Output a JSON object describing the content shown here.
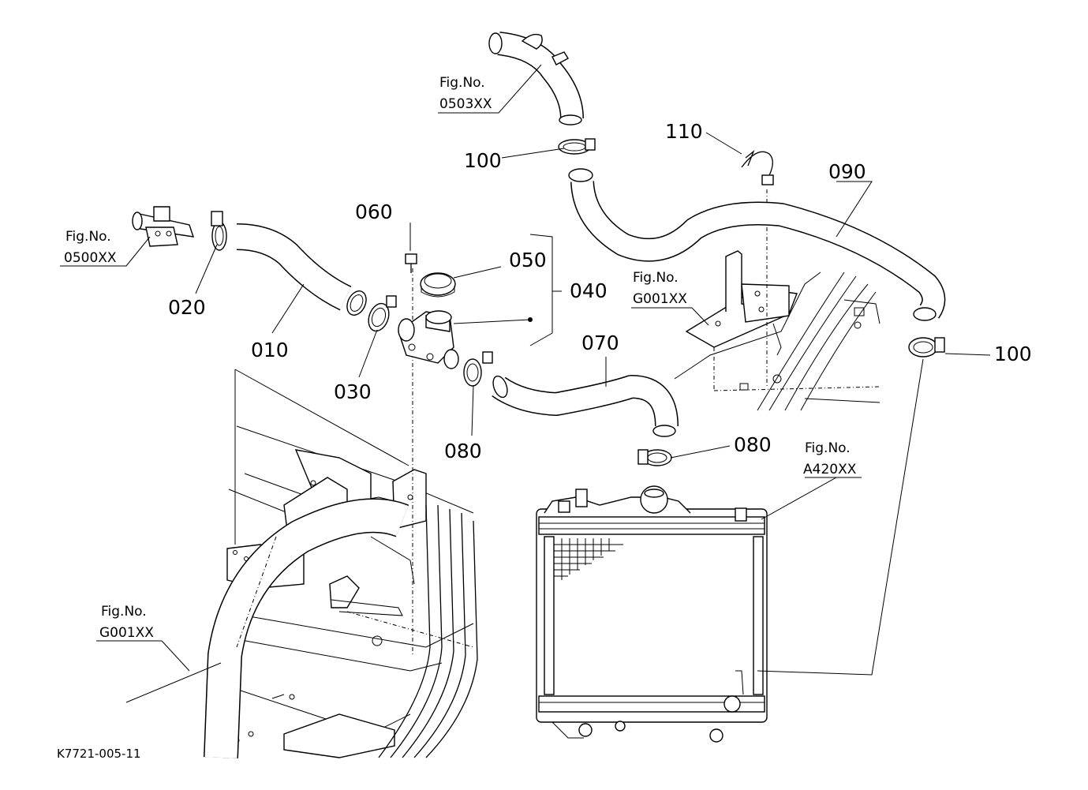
{
  "drawing_code": "K7721-005-11",
  "parts": [
    {
      "id": "p010",
      "label": "010"
    },
    {
      "id": "p020",
      "label": "020"
    },
    {
      "id": "p030",
      "label": "030"
    },
    {
      "id": "p040",
      "label": "040"
    },
    {
      "id": "p050",
      "label": "050"
    },
    {
      "id": "p060",
      "label": "060"
    },
    {
      "id": "p070",
      "label": "070"
    },
    {
      "id": "p080a",
      "label": "080"
    },
    {
      "id": "p080b",
      "label": "080"
    },
    {
      "id": "p090",
      "label": "090"
    },
    {
      "id": "p100a",
      "label": "100"
    },
    {
      "id": "p100b",
      "label": "100"
    },
    {
      "id": "p110",
      "label": "110"
    }
  ],
  "fig_refs": [
    {
      "label": "Fig.No.",
      "code": "0503XX"
    },
    {
      "label": "Fig.No.",
      "code": "0500XX"
    },
    {
      "label": "Fig.No.",
      "code": "G001XX"
    },
    {
      "label": "Fig.No.",
      "code": "A420XX"
    },
    {
      "label": "Fig.No.",
      "code": "G001XX"
    }
  ]
}
